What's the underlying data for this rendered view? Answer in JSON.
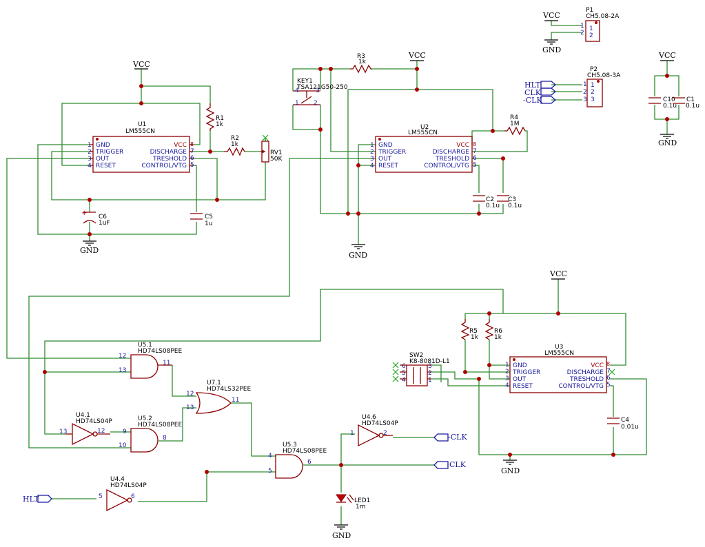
{
  "power": {
    "vcc": "VCC",
    "gnd": "GND"
  },
  "labels": {
    "hlt": "HLT",
    "clk": "CLK",
    "nclk": "-CLK"
  },
  "u1": {
    "ref": "U1",
    "value": "LM555CN",
    "left_pins": [
      "GND",
      "TRIGGER",
      "OUT",
      "RESET"
    ],
    "left_nums": [
      "1",
      "2",
      "3",
      "4"
    ],
    "right_pins": [
      "VCC",
      "DISCHARGE",
      "TRESHOLD",
      "CONTROL/VTG"
    ],
    "right_nums": [
      "8",
      "7",
      "6",
      "5"
    ]
  },
  "u2": {
    "ref": "U2",
    "value": "LM555CN",
    "left_pins": [
      "GND",
      "TRIGGER",
      "OUT",
      "RESET"
    ],
    "left_nums": [
      "1",
      "2",
      "3",
      "4"
    ],
    "right_pins": [
      "VCC",
      "DISCHARGE",
      "TRESHOLD",
      "CONTROL/VTG"
    ],
    "right_nums": [
      "8",
      "7",
      "6",
      "5"
    ]
  },
  "u3": {
    "ref": "U3",
    "value": "LM555CN",
    "left_pins": [
      "GND",
      "TRIGGER",
      "OUT",
      "RESET"
    ],
    "left_nums": [
      "1",
      "2",
      "3",
      "4"
    ],
    "right_pins": [
      "VCC",
      "DISCHARGE",
      "TRESHOLD",
      "CONTROL/VTG"
    ],
    "right_nums": [
      "8",
      "7",
      "6",
      "5"
    ]
  },
  "r1": {
    "ref": "R1",
    "value": "1k"
  },
  "r2": {
    "ref": "R2",
    "value": "1k"
  },
  "r3": {
    "ref": "R3",
    "value": "1k"
  },
  "r4": {
    "ref": "R4",
    "value": "1M"
  },
  "r5": {
    "ref": "R5",
    "value": "1k"
  },
  "r6": {
    "ref": "R6",
    "value": "1k"
  },
  "rv1": {
    "ref": "RV1",
    "value": "50K"
  },
  "c1": {
    "ref": "C1",
    "value": "0.1u"
  },
  "c2": {
    "ref": "C2",
    "value": "0.1u"
  },
  "c3": {
    "ref": "C3",
    "value": "0.1u"
  },
  "c4": {
    "ref": "C4",
    "value": "0.01u"
  },
  "c5": {
    "ref": "C5",
    "value": "1u"
  },
  "c6": {
    "ref": "C6",
    "value": "1uF"
  },
  "c10": {
    "ref": "C10",
    "value": "0.1u"
  },
  "key1": {
    "ref": "KEY1",
    "value": "TSA121G50-250",
    "pins": [
      "4",
      "3",
      "1",
      "2"
    ]
  },
  "sw2": {
    "ref": "SW2",
    "value": "K8-8081D-L1",
    "left_nums": [
      "6",
      "5",
      "4"
    ],
    "right_nums": [
      "3",
      "2",
      "1"
    ]
  },
  "p1": {
    "ref": "P1",
    "value": "CH5.08-2A",
    "nums": [
      "1",
      "2"
    ]
  },
  "p2": {
    "ref": "P2",
    "value": "CH5.08-3A",
    "nums": [
      "1",
      "2",
      "3"
    ]
  },
  "led1": {
    "ref": "LED1",
    "value": "1m"
  },
  "u5_1": {
    "ref": "U5.1",
    "value": "HD74LS08PEE",
    "in1": "12",
    "in2": "13",
    "out": "11"
  },
  "u5_2": {
    "ref": "U5.2",
    "value": "HD74LS08PEE",
    "in1": "9",
    "in2": "10",
    "out": "8"
  },
  "u5_3": {
    "ref": "U5.3",
    "value": "HD74LS08PEE",
    "in1": "4",
    "in2": "5",
    "out": "6"
  },
  "u7_1": {
    "ref": "U7.1",
    "value": "HD74LS32PEE",
    "in1": "12",
    "in2": "13",
    "out": "11"
  },
  "u4_1": {
    "ref": "U4.1",
    "value": "HD74LS04P",
    "in": "13",
    "out": "12"
  },
  "u4_4": {
    "ref": "U4.4",
    "value": "HD74LS04P",
    "in": "5",
    "out": "6"
  },
  "u4_6": {
    "ref": "U4.6",
    "value": "HD74LS04P",
    "in": "1",
    "out": "2"
  }
}
